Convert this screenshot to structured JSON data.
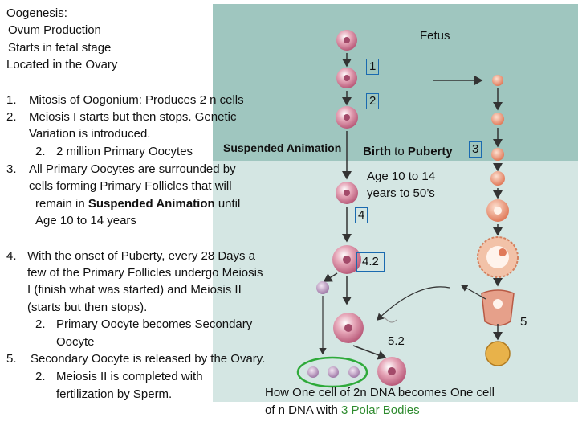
{
  "heading": {
    "line1": "Oogenesis:",
    "line2": "Ovum Production",
    "line3": "Starts in fetal stage",
    "line4": "Located in the Ovary"
  },
  "steps": {
    "s1_num": "1.",
    "s1": "Mitosis of Oogonium: Produces 2 n cells",
    "s2_num": "2.",
    "s2_a": "Meiosis I starts but then stops. Genetic",
    "s2_b": "Variation is introduced.",
    "s2_sub_num": "2.",
    "s2_sub": "2 million Primary Oocytes",
    "s3_num": "3.",
    "s3_a": "All Primary Oocytes are surrounded by",
    "s3_b": "cells forming Primary Follicles that will",
    "s3_c_pre": "remain in ",
    "s3_c_bold": "Suspended Animation",
    "s3_c_post": " until",
    "s3_d": "Age 10 to 14 years",
    "s4_num": "4.",
    "s4_a": "With the onset of Puberty, every 28 Days a",
    "s4_b": "few of the Primary Follicles undergo Meiosis",
    "s4_c": "I (finish what was started) and Meiosis II",
    "s4_d": "(starts but then stops).",
    "s4_sub_num": "2.",
    "s4_sub_a": "Primary Oocyte becomes Secondary",
    "s4_sub_b": "Oocyte",
    "s5_num": "5.",
    "s5": "Secondary Oocyte is released by the Ovary.",
    "s5_sub_num": "2.",
    "s5_sub_a": "Meiosis II is completed with",
    "s5_sub_b": "fertilization by Sperm."
  },
  "diagram": {
    "fetus": "Fetus",
    "suspended_animation": "Suspended Animation",
    "birth_pre": "Birth",
    "birth_mid": " to ",
    "birth_post": "Puberty",
    "age_a": "Age 10 to 14",
    "age_b": "years to 50’s",
    "labels": [
      "1",
      "2",
      "3",
      "4",
      "4.2",
      "5",
      "5.2"
    ]
  },
  "caption": {
    "line1": "How One cell of 2n  DNA becomes  One cell",
    "line2_pre": "of n DNA with  ",
    "line2_green": "3 Polar Bodies"
  },
  "colors": {
    "panel_top": "#9fc6bf",
    "panel_bottom": "#d4e6e3",
    "label_border": "#1a6ab0",
    "highlight": "#2e8b2e"
  }
}
